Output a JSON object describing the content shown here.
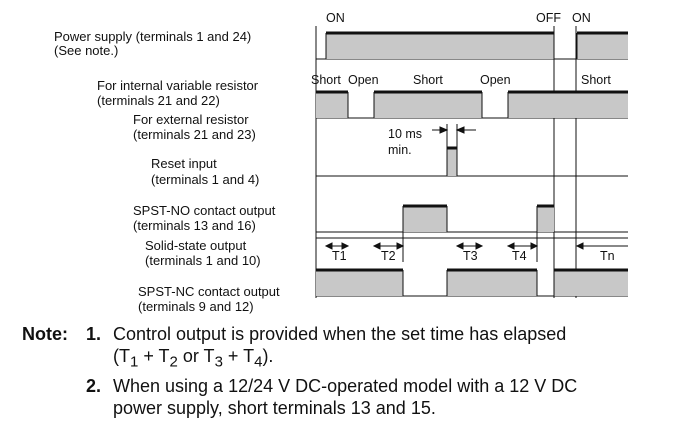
{
  "labels": {
    "power_1": "Power supply (terminals 1 and 24)",
    "power_2": "(See note.)",
    "intres_1": "For internal variable resistor",
    "intres_2": "(terminals 21 and 22)",
    "extres_1": "For external resistor",
    "extres_2": "(terminals 21 and 23)",
    "reset_1": "Reset input",
    "reset_2": "(terminals 1 and 4)",
    "spstno_1": "SPST-NO contact output",
    "spstno_2": "(terminals 13 and 16)",
    "ss_1": "Solid-state output",
    "ss_2": "(terminals 1 and 10)",
    "spstnc_1": "SPST-NC contact output",
    "spstnc_2": "(terminals 9 and 12)"
  },
  "wave_labels": {
    "on_1": "ON",
    "off": "OFF",
    "on_2": "ON",
    "short_1": "Short",
    "open_1": "Open",
    "short_2": "Short",
    "open_2": "Open",
    "short_3": "Short",
    "min_width_1": "10 ms",
    "min_width_2": "min."
  },
  "timing": {
    "t1": "T1",
    "t2": "T2",
    "t3": "T3",
    "t4": "T4",
    "tn": "Tn"
  },
  "notes": {
    "heading": "Note:",
    "n1_num": "1.",
    "n1_line1": "Control output is provided when the set time has elapsed",
    "n1_line2": "(T",
    "n1_sub1": "1",
    "n1_plus1": " + T",
    "n1_sub2": "2",
    "n1_or": " or T",
    "n1_sub3": "3",
    "n1_plus2": " + T",
    "n1_sub4": "4",
    "n1_end": ").",
    "n2_num": "2.",
    "n2_line1": "When using a 12/24 V DC-operated model with a 12 V DC",
    "n2_line2": "power supply, short terminals 13 and 15."
  }
}
